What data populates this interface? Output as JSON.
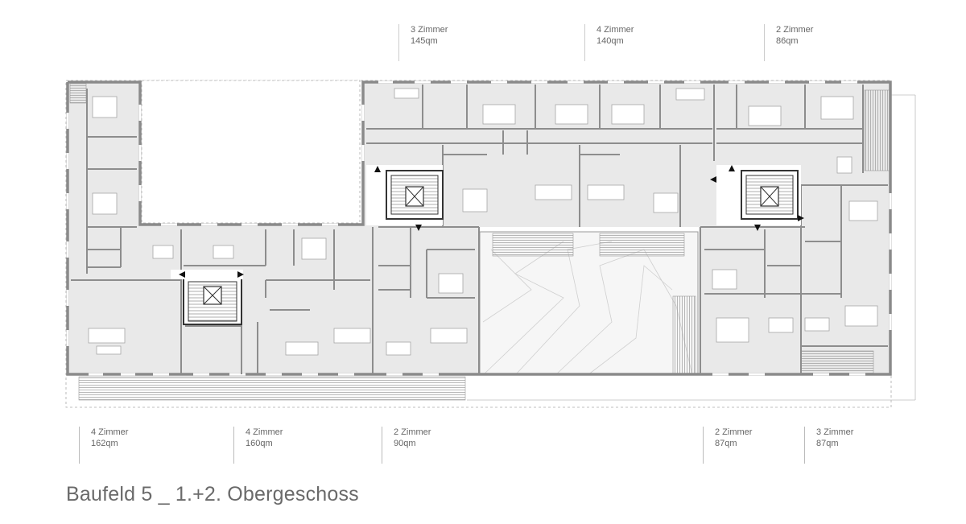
{
  "plan": {
    "caption": "Baufeld 5 _ 1.+2. Obergeschoss",
    "units_top": [
      {
        "rooms": "3 Zimmer",
        "area": "145qm"
      },
      {
        "rooms": "4 Zimmer",
        "area": "140qm"
      },
      {
        "rooms": "2 Zimmer",
        "area": "86qm"
      }
    ],
    "units_bottom": [
      {
        "rooms": "4 Zimmer",
        "area": "162qm"
      },
      {
        "rooms": "4 Zimmer",
        "area": "160qm"
      },
      {
        "rooms": "2 Zimmer",
        "area": "90qm"
      },
      {
        "rooms": "2 Zimmer",
        "area": "87qm"
      },
      {
        "rooms": "3 Zimmer",
        "area": "87qm"
      }
    ],
    "colors": {
      "wall": "#8a8a8a",
      "room_fill": "#e9e9e9",
      "courtyard_fill": "#f7f7f7",
      "hatch": "#9a9a9a"
    }
  }
}
